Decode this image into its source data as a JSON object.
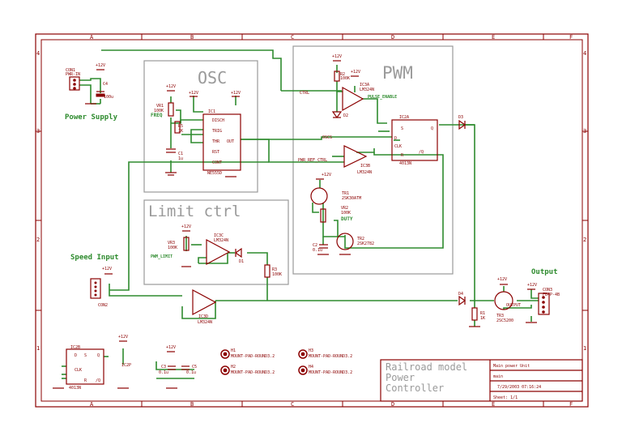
{
  "border": {
    "columns": [
      "A",
      "B",
      "C",
      "D",
      "E",
      "F"
    ],
    "rows": [
      "4",
      "3",
      "2",
      "1"
    ]
  },
  "blocks": {
    "osc": "OSC",
    "pwm": "PWM",
    "limit": "Limit ctrl"
  },
  "sections": {
    "power_supply": "Power Supply",
    "speed_input": "Speed Input",
    "output": "Output"
  },
  "nets": {
    "freq": "FREQ",
    "pwm_limit": "PWM_LIMIT",
    "duty": "DUTY",
    "pulse_enable": "PULSE_ENABLE",
    "ctrl": "CTRL",
    "pwr_ref_ctrl": "PWR_REF_CTRL",
    "osc": "OSCS"
  },
  "supplies": {
    "vcc": "+12V"
  },
  "parts": {
    "con1": [
      "CON1",
      "PWR-IN"
    ],
    "c4": [
      "C4",
      "100u"
    ],
    "vr1": [
      "VR1",
      "100K"
    ],
    "r5": [
      "R5",
      "1K"
    ],
    "c1": [
      "C1",
      "1u"
    ],
    "ic1": [
      "IC1",
      "NE555D"
    ],
    "ic1_pins": [
      "DISCH",
      "TRIG",
      "THR",
      "OUT",
      "RST",
      "CONT"
    ],
    "r2": [
      "R2",
      "100K"
    ],
    "ic3a": [
      "IC3A",
      "LM324N"
    ],
    "d2": "D2",
    "ic2a": "IC2A",
    "ic2a_pins": [
      "D",
      "CLK",
      "Q",
      "/Q",
      "S",
      "R"
    ],
    "ic2a_part": "4013N",
    "ic3b": [
      "IC3B",
      "LM324N"
    ],
    "d3": "D3",
    "tr1": [
      "TR1",
      "2SK30ATM"
    ],
    "vr2": [
      "VR2",
      "100K"
    ],
    "c2": [
      "C2",
      "0.1u"
    ],
    "tr2": [
      "TR2",
      "2SK2782"
    ],
    "vr3": [
      "VR3",
      "100K"
    ],
    "ic3c": [
      "IC3C",
      "LM324N"
    ],
    "d1": "D1",
    "r3": [
      "R3",
      "100K"
    ],
    "con2": "CON2",
    "ic3d": [
      "IC3D",
      "LM324N"
    ],
    "d4": "D4",
    "r1": [
      "R1",
      "1K"
    ],
    "tr3": [
      "TR3",
      "2SC5200"
    ],
    "tr3_net": "OUTPUT",
    "con3": [
      "CON3",
      "FB4P-4B"
    ],
    "ic2b": [
      "IC2B",
      "4013N"
    ],
    "ic2b_pins": [
      "D",
      "CLK",
      "S",
      "R",
      "Q",
      "/Q"
    ],
    "ic2p": "IC2P",
    "c3": [
      "C3",
      "0.1u"
    ],
    "c5": [
      "C5",
      "0.1u"
    ],
    "mounts": [
      {
        "ref": "H1",
        "label": "MOUNT-PAD-ROUND3.2"
      },
      {
        "ref": "H2",
        "label": "MOUNT-PAD-ROUND3.2"
      },
      {
        "ref": "H3",
        "label": "MOUNT-PAD-ROUND3.2"
      },
      {
        "ref": "H4",
        "label": "MOUNT-PAD-ROUND3.2"
      }
    ]
  },
  "title_block": {
    "title": "Railroad model Power Controller",
    "sheet_name": "Main power Unit",
    "file": "main",
    "date": "7/29/2003 07:16:24",
    "sheet": "Sheet: 1/1"
  }
}
